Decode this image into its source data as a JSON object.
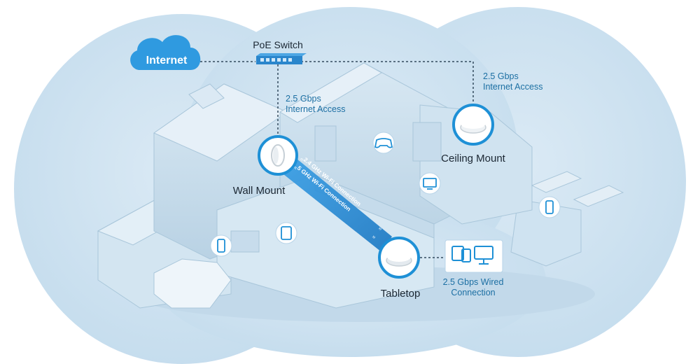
{
  "cloud_label": "Internet",
  "switch_label": "PoE Switch",
  "left_link": {
    "line1": "2.5 Gbps",
    "line2": "Internet Access"
  },
  "right_link": {
    "line1": "2.5 Gbps",
    "line2": "Internet Access"
  },
  "wall_mount_label": "Wall Mount",
  "ceiling_mount_label": "Ceiling Mount",
  "tabletop_label": "Tabletop",
  "wifi_24": "2.4 GHz Wi-Fi Connection",
  "wifi_5": "5 GHz Wi-Fi Connection",
  "wired": {
    "line1": "2.5 Gbps Wired",
    "line2": "Connection"
  },
  "colors": {
    "accent": "#1e90d6",
    "cloud": "#2f9ae0",
    "house": "#cfe3f1",
    "background_blob": "#cde2f0",
    "beam": "#2d8fd8"
  },
  "icons": [
    "cloud-icon",
    "switch-icon",
    "phone-icon",
    "tablet-icon",
    "gamepad-icon",
    "monitor-icon",
    "devices-icon"
  ]
}
